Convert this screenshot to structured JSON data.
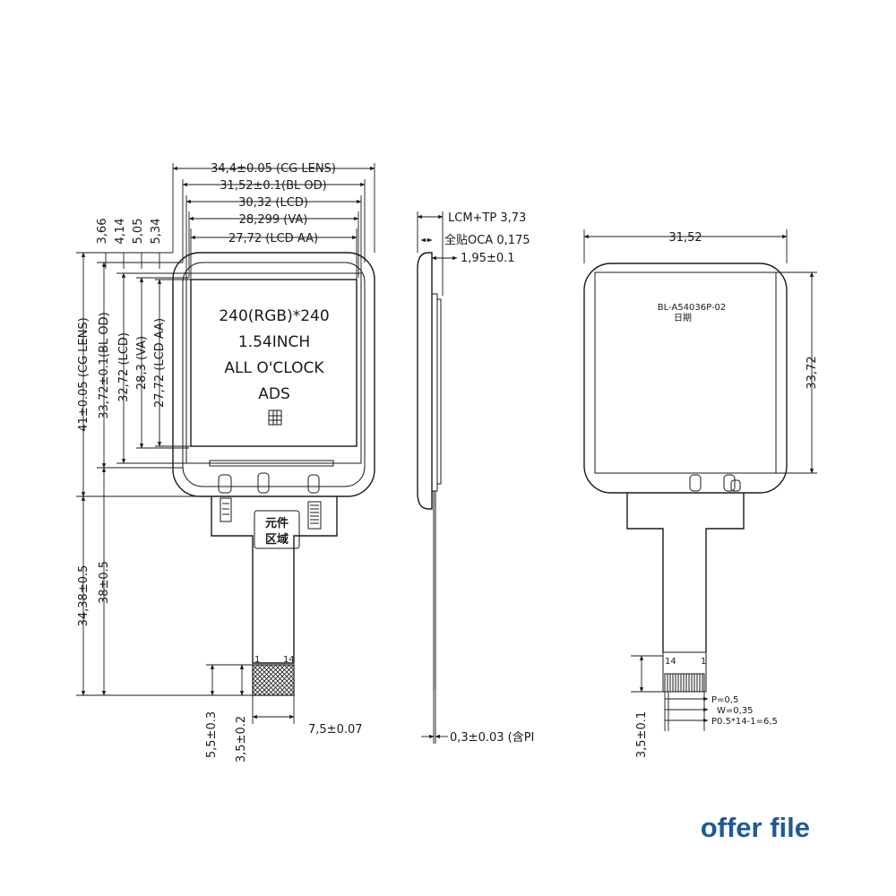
{
  "front": {
    "dims_top": [
      "34,4±0.05 (CG LENS)",
      "31,52±0.1(BL OD)",
      "30,32 (LCD)",
      "28,299 (VA)",
      "27,72 (LCD AA)"
    ],
    "dims_left_small": [
      "3,66",
      "4,14",
      "5,05",
      "5,34"
    ],
    "dims_left_vertical": [
      "41±0.05 (CG LENS)",
      "33,72±0.1(BL OD)",
      "32,72 (LCD)",
      "28,3 (VA)",
      "27,72 (LCD AA)"
    ],
    "dims_left_fpc": [
      "34,38±0.5",
      "38±0.5"
    ],
    "dims_bottom": [
      "5,5±0.3",
      "3,5±0.2",
      "7,5±0.07"
    ],
    "lcd_text": [
      "240(RGB)*240",
      "1.54INCH",
      "ALL O'CLOCK",
      "ADS"
    ],
    "component_area": [
      "元件",
      "区域"
    ],
    "pin_first": "1",
    "pin_last": "14"
  },
  "side": {
    "dims": [
      "LCM+TP 3,73",
      "全贴OCA 0,175",
      "1,95±0.1",
      "0,3±0.03 (含PI"
    ]
  },
  "back": {
    "width": "31,52",
    "height": "33,72",
    "label": "BL-A54036P-02",
    "label2": "日期",
    "pin_first": "14",
    "pin_last": "1",
    "pitch_notes": [
      "P=0,5",
      "W=0,35",
      "P0.5*14-1=6,5"
    ],
    "tail_dim": "3,5±0.1"
  },
  "footer": "offer file"
}
